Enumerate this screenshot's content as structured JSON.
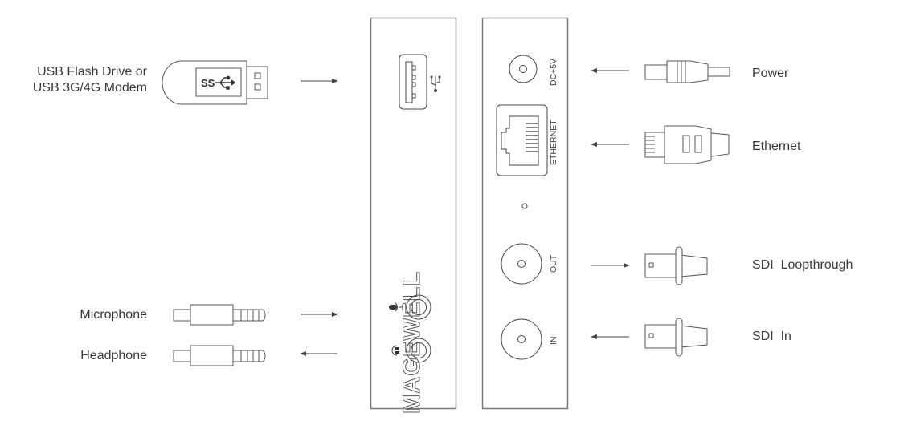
{
  "title": "Device Connection Diagram",
  "brand": "MAGEWELL",
  "colors": {
    "stroke": "#555555",
    "panel_stroke": "#777777",
    "text": "#3a3a3a",
    "background": "#ffffff"
  },
  "left_devices": [
    {
      "id": "usb",
      "label_line1": "USB Flash Drive or",
      "label_line2": "USB 3G/4G Modem",
      "connector": "usb-flash-drive",
      "arrow": "to-device"
    },
    {
      "id": "mic",
      "label": "Microphone",
      "connector": "3.5mm-jack",
      "arrow": "to-device"
    },
    {
      "id": "headphone",
      "label": "Headphone",
      "connector": "3.5mm-jack",
      "arrow": "from-device"
    }
  ],
  "right_devices": [
    {
      "id": "power",
      "label": "Power",
      "connector": "dc-barrel-plug",
      "arrow": "to-device"
    },
    {
      "id": "ethernet",
      "label": "Ethernet",
      "connector": "rj45-plug",
      "arrow": "to-device"
    },
    {
      "id": "sdi_out",
      "label": "SDI  Loopthrough",
      "connector": "bnc-plug",
      "arrow": "from-device"
    },
    {
      "id": "sdi_in",
      "label": "SDI  In",
      "connector": "bnc-plug",
      "arrow": "to-device"
    }
  ],
  "panel_left": {
    "ports": [
      "USB-A port",
      "Microphone jack",
      "Headphone jack"
    ],
    "usb_symbol": "Ψ"
  },
  "panel_right": {
    "port_labels": {
      "dc": "DC+5V",
      "ethernet": "ETHERNET",
      "out": "OUT",
      "in": "IN"
    }
  },
  "usb_logo_text": "SS"
}
